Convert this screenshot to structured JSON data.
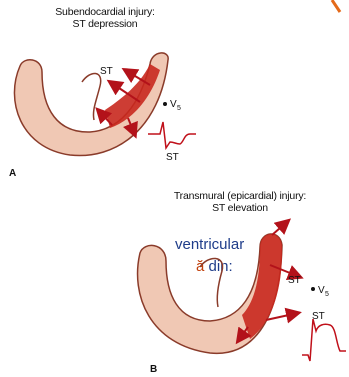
{
  "panel_a": {
    "letter": "A",
    "title_line1": "Subendocardial injury:",
    "title_line2": "ST depression",
    "arrow_label": "ST",
    "lead_label": "V",
    "lead_sub": "5",
    "ecg_label": "ST"
  },
  "panel_b": {
    "letter": "B",
    "title_line1": "Transmural (epicardial) injury:",
    "title_line2": "ST elevation",
    "arrow_label": "ST",
    "lead_label": "V",
    "lead_sub": "5",
    "ecg_label": "ST"
  },
  "slide_text": {
    "line1": "ventricular",
    "line2_accent": "ă",
    "line2_rest": " din:"
  },
  "colors": {
    "myocardium": "#f0c8b4",
    "myocardium_edge": "#8a3b2a",
    "injury": "#c8281e",
    "arrow": "#b3121a",
    "ecg": "#c0101a",
    "text_blue": "#1f3d8a",
    "accent_orange": "#c2410c"
  }
}
